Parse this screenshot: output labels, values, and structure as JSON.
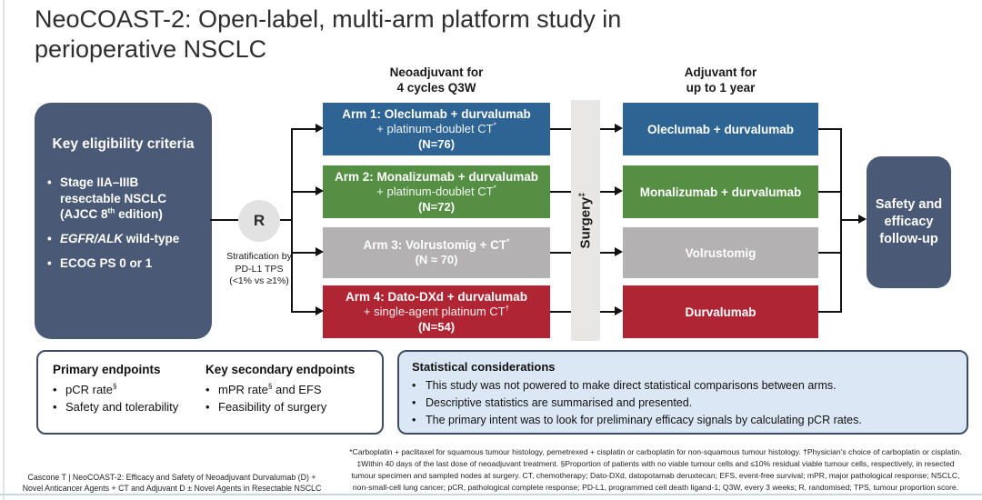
{
  "slide": {
    "title_line1": "NeoCOAST-2: Open-label, multi-arm platform study in",
    "title_line2": "perioperative NSCLC"
  },
  "headers": {
    "neoadjuvant_line1": "Neoadjuvant for",
    "neoadjuvant_line2": "4 cycles Q3W",
    "adjuvant_line1": "Adjuvant for",
    "adjuvant_line2": "up to 1 year"
  },
  "eligibility": {
    "title": "Key eligibility criteria",
    "bullet1_pre": "Stage IIA–IIIB resectable NSCLC (AJCC 8",
    "bullet1_sup": "th",
    "bullet1_post": " edition)",
    "bullet2_italic": "EGFR/ALK",
    "bullet2_rest": " wild-type",
    "bullet3": "ECOG PS 0 or 1",
    "color": "#4a5a76"
  },
  "randomisation": {
    "label": "R",
    "strat_line1": "Stratification by",
    "strat_line2": "PD-L1 TPS",
    "strat_line3": "(<1% vs ≥1%)",
    "circle_color": "#e2e2e2"
  },
  "arms": [
    {
      "title": "Arm 1: Oleclumab + durvalumab",
      "line2": "+ platinum-doublet CT",
      "line2_sup": "*",
      "n": "(N=76)",
      "color": "#2d6494",
      "adjuvant": "Oleclumab + durvalumab"
    },
    {
      "title": "Arm 2: Monalizumab + durvalumab",
      "line2": "+ platinum-doublet CT",
      "line2_sup": "*",
      "n": "(N=72)",
      "color": "#558f44",
      "adjuvant": "Monalizumab + durvalumab"
    },
    {
      "title": "Arm 3: Volrustomig + CT",
      "title_sup": "*",
      "n": "(N ≈ 70)",
      "color": "#b3b1b1",
      "adjuvant": "Volrustomig"
    },
    {
      "title": "Arm 4: Dato-DXd + durvalumab",
      "line2": "+ single-agent platinum CT",
      "line2_sup": "†",
      "n": "(N=54)",
      "color": "#af2533",
      "adjuvant": "Durvalumab"
    }
  ],
  "surgery": {
    "label": "Surgery",
    "sup": "‡",
    "bar_color": "#e8e7e5"
  },
  "followup": {
    "label": "Safety and efficacy follow-up",
    "color": "#4a5a76"
  },
  "endpoints": {
    "primary_title": "Primary endpoints",
    "primary1_pre": "pCR rate",
    "primary1_sup": "§",
    "primary2": "Safety and tolerability",
    "secondary_title": "Key secondary endpoints",
    "secondary1_pre": "mPR rate",
    "secondary1_sup": "§",
    "secondary1_post": " and EFS",
    "secondary2": "Feasibility of surgery"
  },
  "statistics": {
    "title": "Statistical considerations",
    "bullets": [
      "This study was not powered to make direct statistical comparisons between arms.",
      "Descriptive statistics are summarised and presented.",
      "The primary intent was to look for preliminary efficacy signals by calculating pCR rates."
    ],
    "bg": "#dbe7f4",
    "border": "#3e4d67"
  },
  "citation": {
    "line1": "Cascone T | NeoCOAST-2: Efficacy and Safety of Neoadjuvant Durvalumab (D) +",
    "line2": "Novel Anticancer Agents + CT and Adjuvant D ± Novel Agents in Resectable NSCLC"
  },
  "footnotes": {
    "line1": "*Carboplatin + paclitaxel for squamous tumour histology, pemetrexed + cisplatin or carboplatin for non-squamous tumour histology. †Physician's choice of carboplatin or cisplatin.",
    "line2": "‡Within 40 days of the last dose of neoadjuvant treatment. §Proportion of patients with no viable tumour cells and ≤10% residual viable tumour cells, respectively, in resected",
    "line3": "tumour specimen and sampled nodes at surgery. CT, chemotherapy; Dato-DXd, datopotamab deruxtecan; EFS, event-free survival; mPR, major pathological response; NSCLC,",
    "line4": "non-small-cell lung cancer; pCR, pathological complete response; PD-L1, programmed cell death ligand-1; Q3W, every 3 weeks; R, randomised; TPS, tumour proportion score."
  }
}
